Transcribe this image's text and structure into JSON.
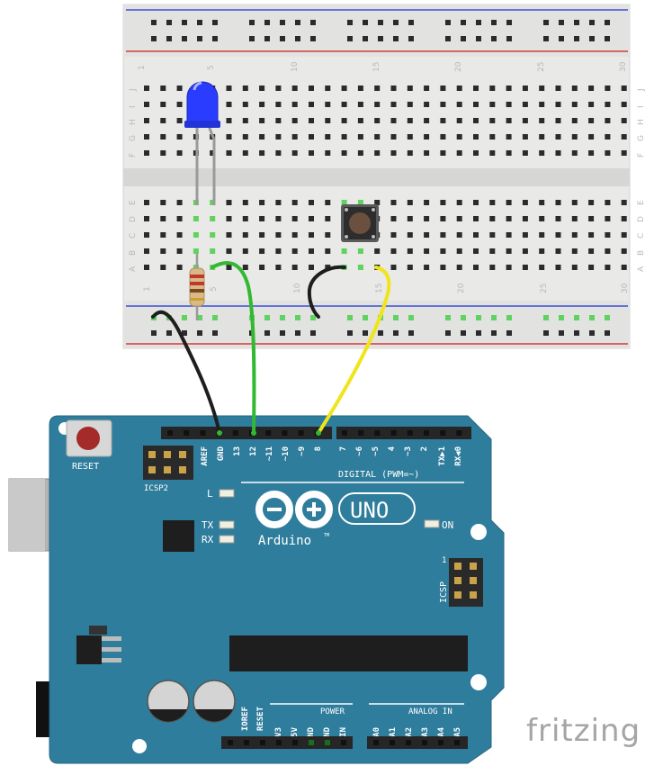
{
  "breadboard": {
    "column_numbers": [
      "1",
      "5",
      "10",
      "15",
      "20",
      "25",
      "30"
    ],
    "row_letters_top": [
      "J",
      "I",
      "H",
      "G",
      "F"
    ],
    "row_letters_bottom": [
      "E",
      "D",
      "C",
      "B",
      "A"
    ]
  },
  "arduino": {
    "reset_label": "RESET",
    "icsp2_label": "ICSP2",
    "icsp_label": "ICSP",
    "icsp_pin1": "1",
    "digital_pins": [
      "AREF",
      "GND",
      "13",
      "12",
      "~11",
      "~10",
      "~9",
      "8",
      "7",
      "~6",
      "~5",
      "4",
      "~3",
      "2",
      "TX▶1",
      "RX◀0"
    ],
    "digital_label": "DIGITAL (PWM=~)",
    "led_l": "L",
    "led_tx": "TX",
    "led_rx": "RX",
    "led_on": "ON",
    "logo_uno": "UNO",
    "logo_brand": "Arduino",
    "tm": "TM",
    "power_pins": [
      "IOREF",
      "RESET",
      "3V3",
      "5V",
      "GND",
      "GND",
      "VIN"
    ],
    "power_label": "POWER",
    "analog_pins": [
      "A0",
      "A1",
      "A2",
      "A3",
      "A4",
      "A5"
    ],
    "analog_label": "ANALOG IN"
  },
  "watermark": "fritzing",
  "colors": {
    "board": "#2f7d9c",
    "breadboard": "#e8e8e6",
    "wire_black": "#1e1e1e",
    "wire_green": "#33b833",
    "wire_yellow": "#f0e41c",
    "led": "#2a3cff",
    "rail_red": "#d43a3a",
    "rail_blue": "#3a4fd4"
  }
}
